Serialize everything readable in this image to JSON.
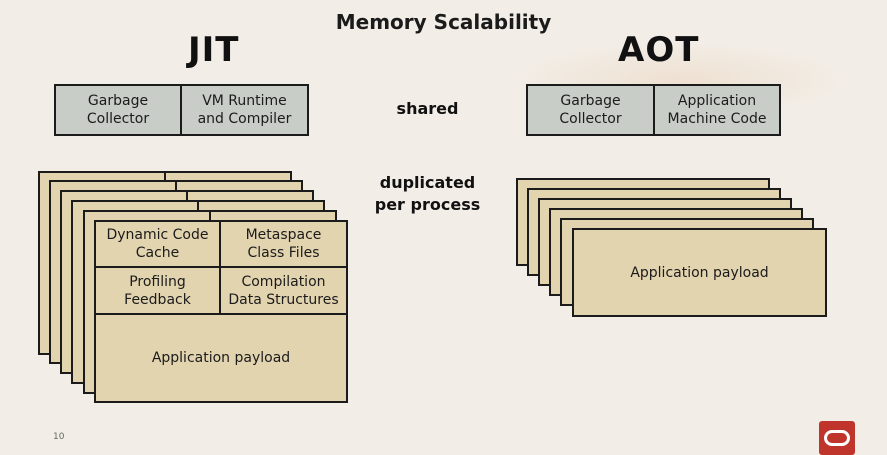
{
  "title": "Memory Scalability",
  "jit": {
    "heading": "JIT",
    "shared": [
      "Garbage\nCollector",
      "VM Runtime\nand Compiler"
    ],
    "front_cells": [
      "Dynamic Code\nCache",
      "Metaspace\nClass Files",
      "Profiling\nFeedback",
      "Compilation\nData Structures"
    ],
    "payload": "Application payload"
  },
  "aot": {
    "heading": "AOT",
    "shared": [
      "Garbage\nCollector",
      "Application\nMachine Code"
    ],
    "payload": "Application payload"
  },
  "labels": {
    "shared": "shared",
    "duplicated": "duplicated\nper process"
  },
  "footer": {
    "page_number": "10",
    "logo_icon": "oracle-logo-icon"
  },
  "colors": {
    "gray_box": "#c8cdc7",
    "tan_box": "#e3d4b0",
    "logo_red": "#c0352b"
  }
}
